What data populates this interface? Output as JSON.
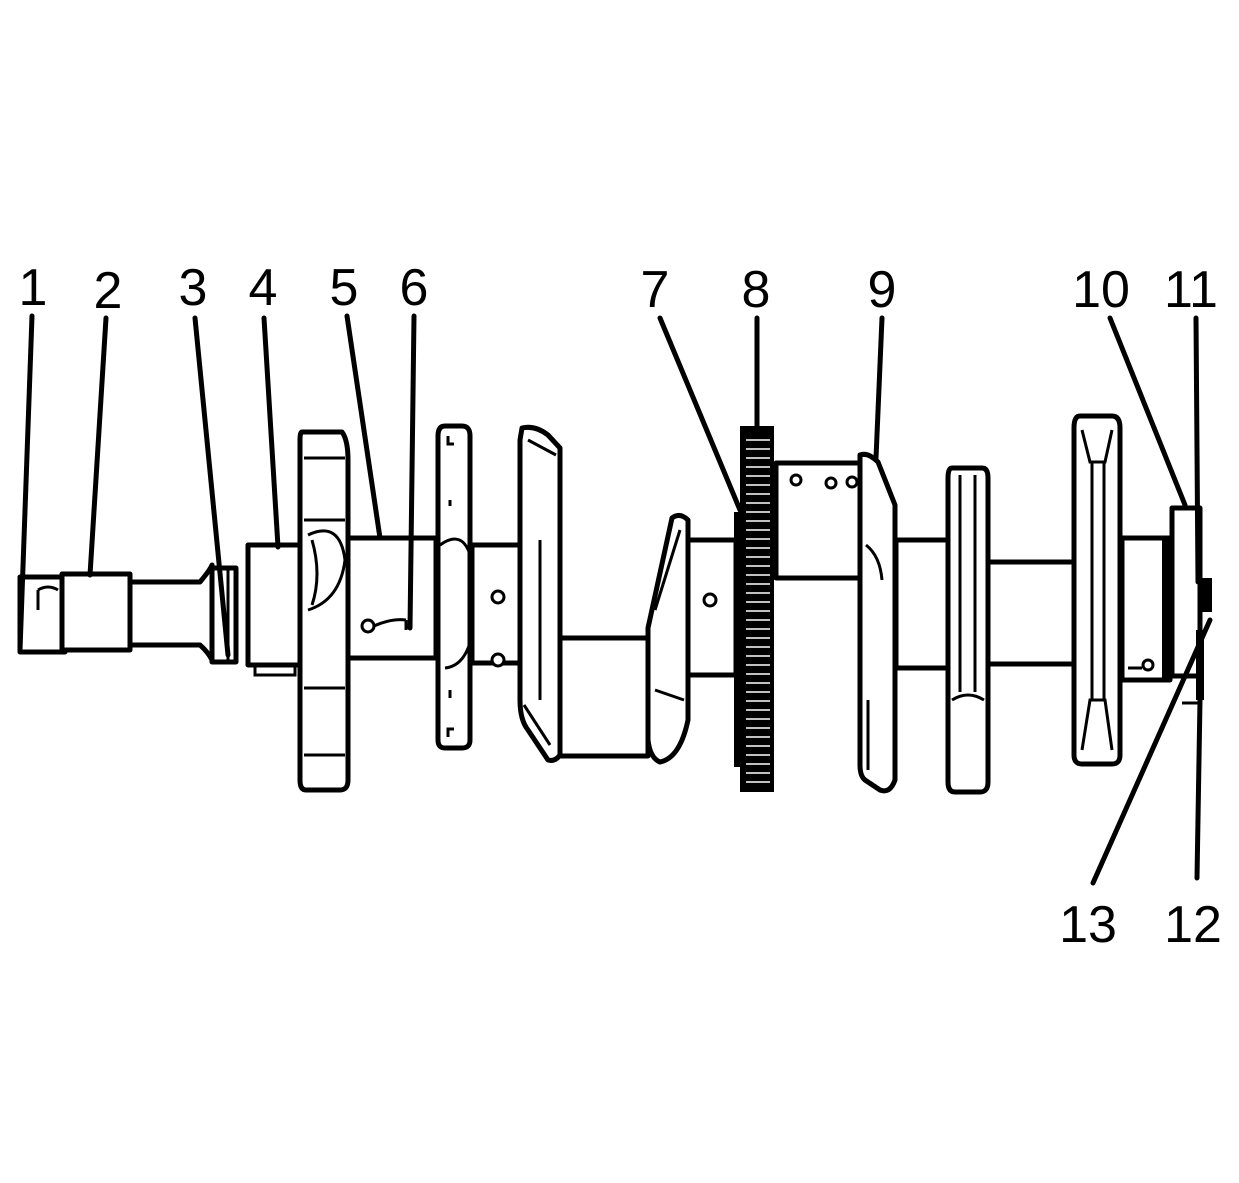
{
  "diagram": {
    "colors": {
      "ink": "#000000",
      "background": "#ffffff"
    },
    "callouts": [
      {
        "id": "1",
        "label": "1"
      },
      {
        "id": "2",
        "label": "2"
      },
      {
        "id": "3",
        "label": "3"
      },
      {
        "id": "4",
        "label": "4"
      },
      {
        "id": "5",
        "label": "5"
      },
      {
        "id": "6",
        "label": "6"
      },
      {
        "id": "7",
        "label": "7"
      },
      {
        "id": "8",
        "label": "8"
      },
      {
        "id": "9",
        "label": "9"
      },
      {
        "id": "10",
        "label": "10"
      },
      {
        "id": "11",
        "label": "11"
      },
      {
        "id": "12",
        "label": "12"
      },
      {
        "id": "13",
        "label": "13"
      }
    ]
  }
}
